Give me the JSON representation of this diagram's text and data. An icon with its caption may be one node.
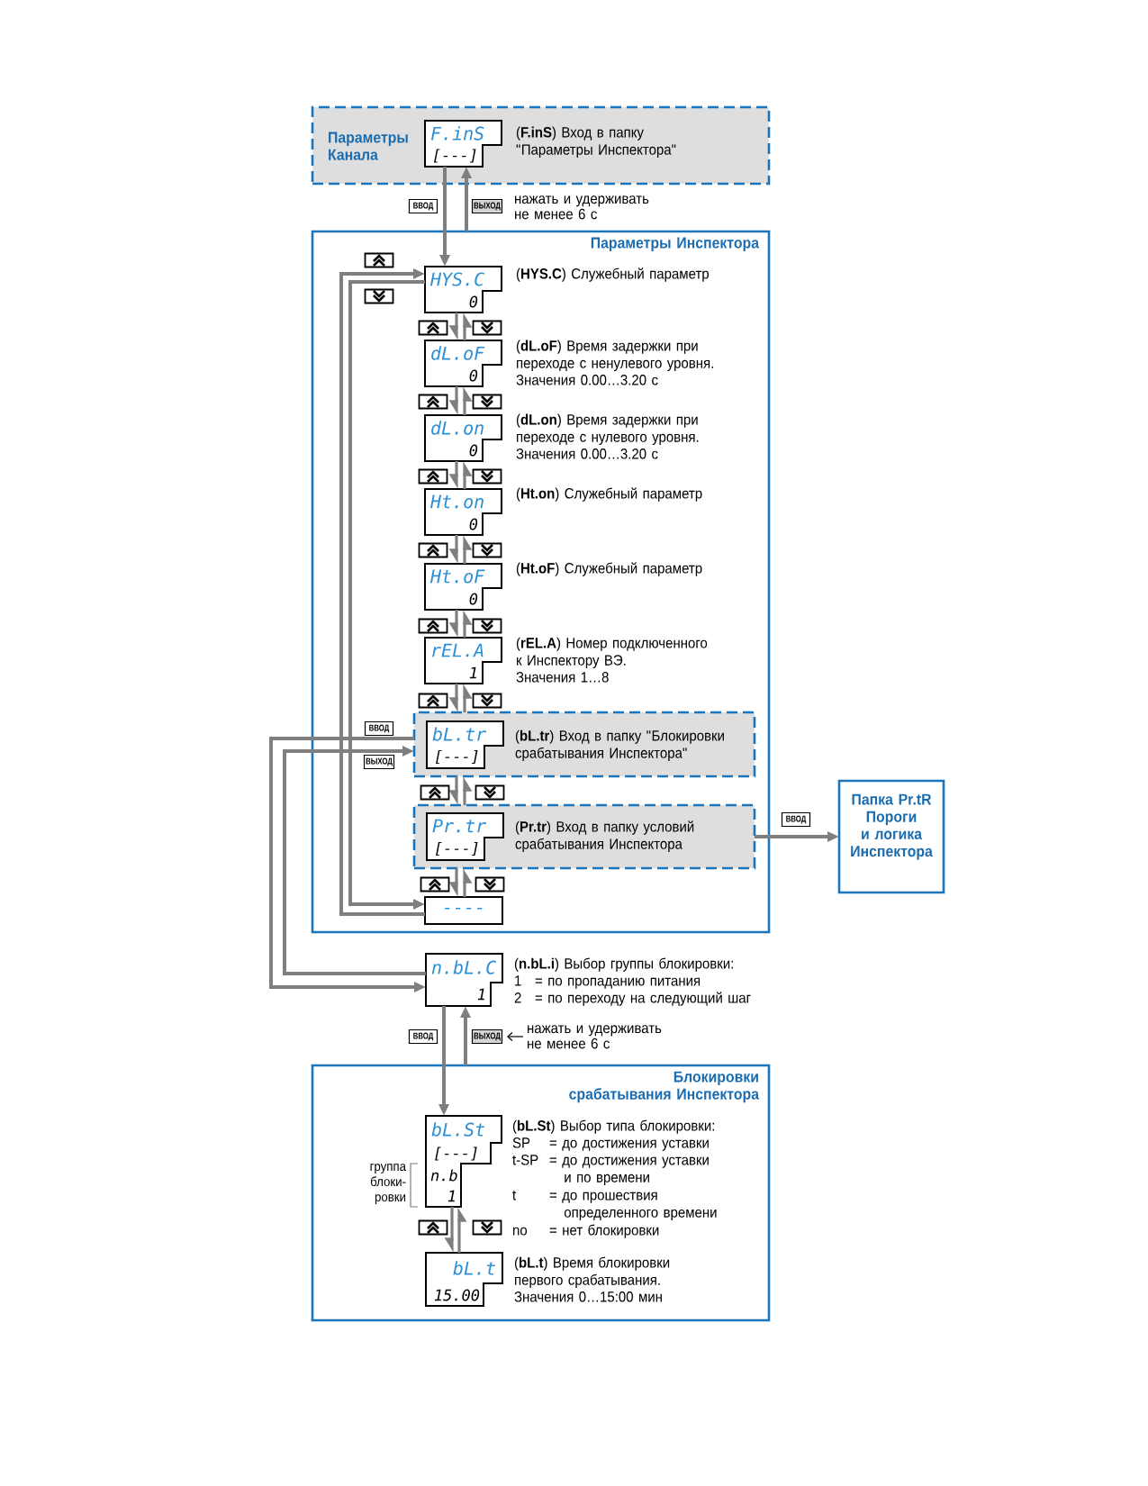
{
  "diagram": {
    "nodes": [
      {
        "text": [
          "Параметры Канала"
        ]
      },
      {
        "text": [
          "F.inS",
          "[---]"
        ],
        "in": 0,
        "beside": [
          "(**F.inS**) Вход в папку \"Параметры Инспектора\""
        ]
      },
      {
        "text": [
          "Параметры Инспектора"
        ]
      },
      {
        "text": [
          "HYS.C",
          "0"
        ],
        "in": 2,
        "beside": [
          "(**HYS.C**) Служебный параметр"
        ]
      },
      {
        "text": [
          "dL.oF",
          "0"
        ],
        "in": 2,
        "beside": [
          "(**dL.oF**) Время задержки при переходе с ненулевого уровня.",
          "Значения 0.00…3.20 с"
        ]
      },
      {
        "text": [
          "dL.on",
          "0"
        ],
        "in": 2,
        "beside": [
          "(**dL.on**) Время задержки при переходе с нулевого уровня.",
          "Значения 0.00…3.20 с"
        ]
      },
      {
        "text": [
          "Ht.on",
          "0"
        ],
        "in": 2,
        "beside": [
          "(**Ht.on**) Служебный параметр"
        ]
      },
      {
        "text": [
          "Ht.oF",
          "0"
        ],
        "in": 2,
        "beside": [
          "(**Ht.oF**) Служебный параметр"
        ]
      },
      {
        "text": [
          "rEL.A",
          "1"
        ],
        "in": 2,
        "beside": [
          "(**rEL.A**) Номер подключенного к Инспектору ВЭ.",
          "Значения 1…8"
        ]
      },
      {
        "text": [
          "(**bL.tr**) Вход в папку \"Блокировки срабатывания Инспектора\""
        ],
        "in": 2
      },
      {
        "text": [
          "bL.tr",
          "[---]"
        ],
        "in": 9
      },
      {
        "text": [
          "(**Pr.tr**) Вход в папку условий срабатывания Инспектора"
        ],
        "in": 2
      },
      {
        "text": [
          "Pr.tr",
          "[---]"
        ],
        "in": 11
      },
      {
        "text": [
          "----"
        ],
        "in": 2
      },
      {
        "text": [
          "Папка Pr.tR Пороги и логика Инспектора"
        ]
      },
      {
        "text": [
          "n.bL.C",
          "1"
        ],
        "beside": [
          "(**n.bL.i**) Выбор группы блокировки:",
          "1",
          "= по пропаданию питания",
          "2",
          "= по переходу на следующий шаг"
        ]
      },
      {
        "text": [
          "Блокировки срабатывания Инспектора"
        ]
      },
      {
        "text": [
          "bL.St",
          "[---]",
          "n.b",
          "1"
        ],
        "in": 16,
        "beside": [
          "(**bL.St**) Выбор типа блокировки:",
          "SP",
          "= до достижения уставки",
          "t-SP",
          "= до достижения уставки и по времени",
          "t",
          "= до прошествия определенного времени",
          "no",
          "= нет блокировки"
        ]
      },
      {
        "text": [
          "bL.t",
          "15.00"
        ],
        "in": 16,
        "beside": [
          "(**bL.t**) Время блокировки первого срабатывания.",
          "Значения 0…15:00 мин"
        ]
      }
    ],
    "edges": [
      {
        "from": 1,
        "to": 3,
        "arrow": "to",
        "label": "ВВОД"
      },
      {
        "from": 2,
        "to": 1,
        "arrow": "to",
        "label": "ВЫХОД"
      },
      {
        "from": 3,
        "to": 4,
        "arrow": "to"
      },
      {
        "from": 4,
        "to": 3,
        "arrow": "to"
      },
      {
        "from": 4,
        "to": 5,
        "arrow": "to"
      },
      {
        "from": 5,
        "to": 4,
        "arrow": "to"
      },
      {
        "from": 5,
        "to": 6,
        "arrow": "to"
      },
      {
        "from": 6,
        "to": 5,
        "arrow": "to"
      },
      {
        "from": 6,
        "to": 7,
        "arrow": "to"
      },
      {
        "from": 7,
        "to": 6,
        "arrow": "to"
      },
      {
        "from": 7,
        "to": 8,
        "arrow": "to"
      },
      {
        "from": 8,
        "to": 7,
        "arrow": "to"
      },
      {
        "from": 8,
        "to": 9,
        "arrow": "to"
      },
      {
        "from": 9,
        "to": 8,
        "arrow": "to"
      },
      {
        "from": 9,
        "to": 11,
        "arrow": "to"
      },
      {
        "from": 11,
        "to": 9,
        "arrow": "to"
      },
      {
        "from": 11,
        "to": 13,
        "arrow": "to"
      },
      {
        "from": 13,
        "to": 11,
        "arrow": "to"
      },
      {
        "from": 13,
        "to": 3,
        "arrow": "to"
      },
      {
        "from": 3,
        "to": 13,
        "arrow": "to"
      },
      {
        "from": 11,
        "to": 14,
        "arrow": "to",
        "label": "ВВОД"
      },
      {
        "from": 9,
        "to": 15,
        "arrow": "to",
        "label": "ВВОД"
      },
      {
        "from": 15,
        "to": 9,
        "arrow": "to",
        "label": "ВЫХОД"
      },
      {
        "from": 15,
        "to": 17,
        "arrow": "to",
        "label": "ВВОД"
      },
      {
        "from": 16,
        "to": 15,
        "arrow": "to",
        "label": "ВЫХОД"
      },
      {
        "from": 17,
        "to": 18,
        "arrow": "to"
      },
      {
        "from": 18,
        "to": 17,
        "arrow": "to"
      }
    ],
    "labels": [
      "нажать и удерживать не менее 6 с",
      "нажать и удерживать не менее 6 с",
      "группа блоки- ровки"
    ]
  }
}
